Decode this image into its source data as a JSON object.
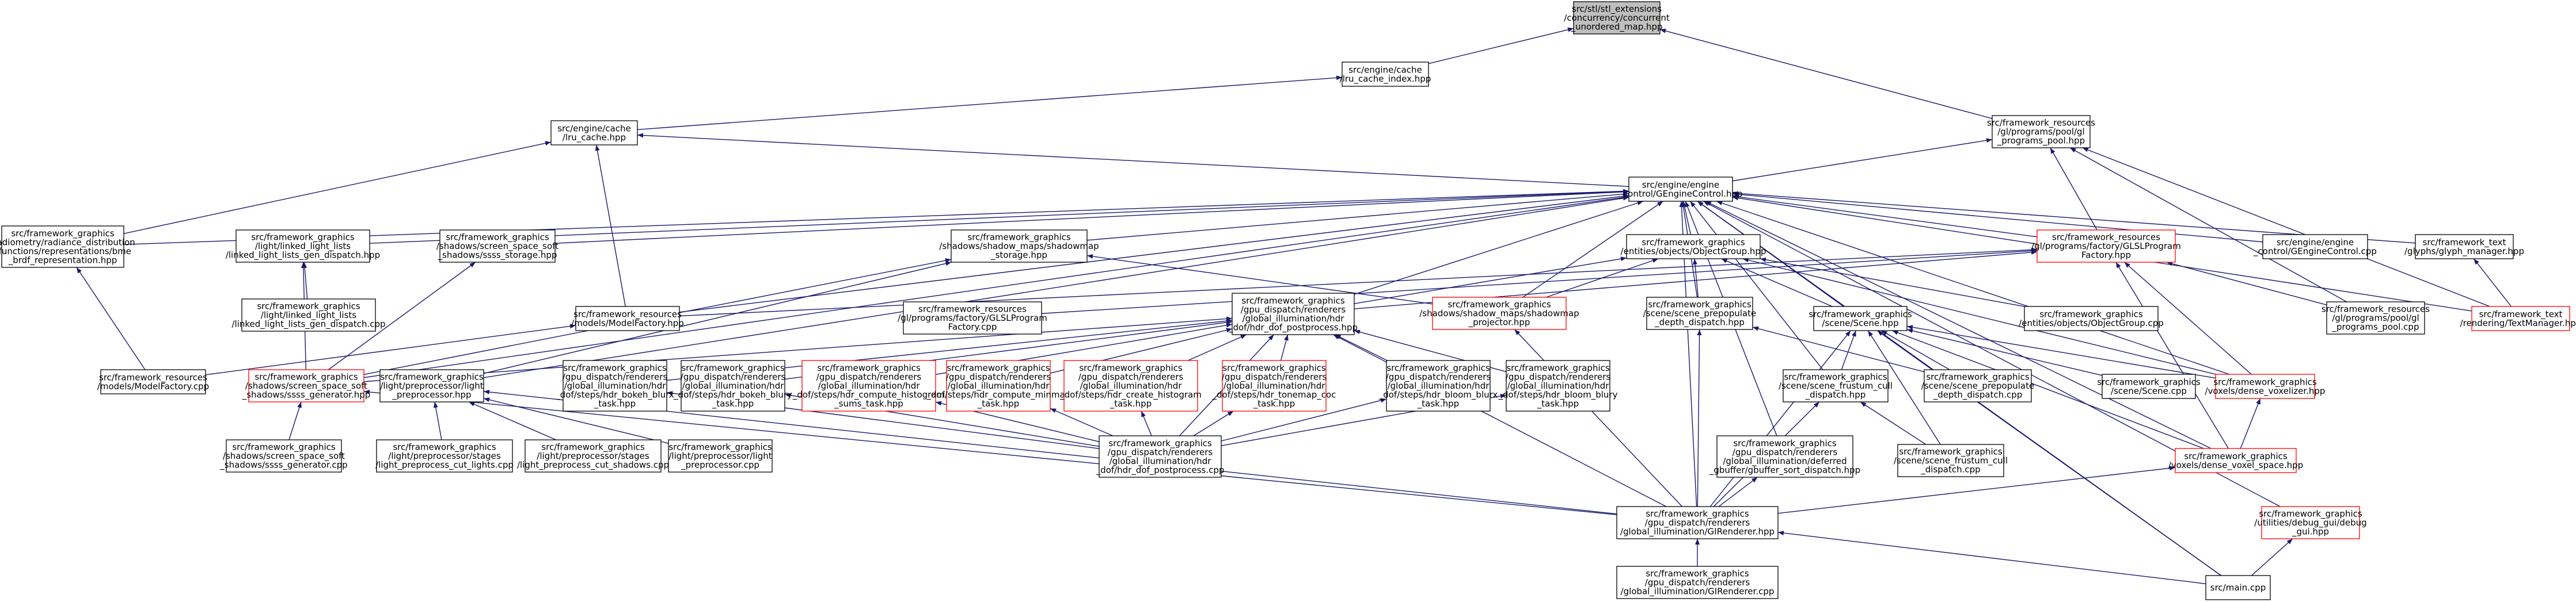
{
  "colors": {
    "edge": "#191970",
    "node_border": "#000000",
    "highlight_border": "#ff0000",
    "root_fill": "#bfbfbf",
    "node_fill": "#ffffff"
  },
  "nodes": {
    "n_root": {
      "lines": [
        "src/stl/stl_extensions",
        "/concurrency/concurrent",
        "_unordered_map.hpp"
      ],
      "style": "root"
    },
    "n_lru_index": {
      "lines": [
        "src/engine/cache",
        "/lru_cache_index.hpp"
      ],
      "style": "normal"
    },
    "n_lru_cache": {
      "lines": [
        "src/engine/cache",
        "/lru_cache.hpp"
      ],
      "style": "normal"
    },
    "n_programs_pool": {
      "lines": [
        "src/framework_resources",
        "/gl/programs/pool/gl",
        "_programs_pool.hpp"
      ],
      "style": "normal"
    },
    "n_engine_control": {
      "lines": [
        "src/engine/engine",
        "_control/GEngineControl.hpp"
      ],
      "style": "normal"
    },
    "n_radiance": {
      "lines": [
        "src/framework_graphics",
        "/radiometry/radiance_distribution",
        "_functions/representations/bme",
        "_brdf_representation.hpp"
      ],
      "style": "normal"
    },
    "n_linked_gen_hpp": {
      "lines": [
        "src/framework_graphics",
        "/light/linked_light_lists",
        "/linked_light_lists_gen_dispatch.hpp"
      ],
      "style": "normal"
    },
    "n_ssss_storage": {
      "lines": [
        "src/framework_graphics",
        "/shadows/screen_space_soft",
        "_shadows/ssss_storage.hpp"
      ],
      "style": "normal"
    },
    "n_shadowmap_storage": {
      "lines": [
        "src/framework_graphics",
        "/shadows/shadow_maps/shadowmap",
        "_storage.hpp"
      ],
      "style": "normal"
    },
    "n_object_group_hpp": {
      "lines": [
        "src/framework_graphics",
        "/entities/objects/ObjectGroup.hpp"
      ],
      "style": "normal"
    },
    "n_glslprogram_factory": {
      "lines": [
        "src/framework_resources",
        "/gl/programs/factory/GLSLProgram",
        "Factory.hpp"
      ],
      "style": "highlight"
    },
    "n_engine_control_cpp": {
      "lines": [
        "src/engine/engine",
        "_control/GEngineControl.cpp"
      ],
      "style": "normal"
    },
    "n_glyph_manager": {
      "lines": [
        "src/framework_text",
        "/glyphs/glyph_manager.hpp"
      ],
      "style": "normal"
    },
    "n_linked_gen_cpp": {
      "lines": [
        "src/framework_graphics",
        "/light/linked_light_lists",
        "/linked_light_lists_gen_dispatch.cpp"
      ],
      "style": "normal"
    },
    "n_glslprogram_factory_cpp": {
      "lines": [
        "src/framework_resources",
        "/gl/programs/factory/GLSLProgram",
        "Factory.cpp"
      ],
      "style": "normal"
    },
    "n_model_factory_hpp": {
      "lines": [
        "src/framework_resources",
        "/models/ModelFactory.hpp"
      ],
      "style": "normal"
    },
    "n_postprocess": {
      "lines": [
        "src/framework_graphics",
        "/gpu_dispatch/renderers",
        "/global_illumination/hdr",
        "_dof/hdr_dof_postprocess.hpp"
      ],
      "style": "normal"
    },
    "n_shadowmap_projector": {
      "lines": [
        "src/framework_graphics",
        "/shadows/shadow_maps/shadowmap",
        "_projector.hpp"
      ],
      "style": "highlight"
    },
    "n_prepopulate_hpp": {
      "lines": [
        "src/framework_graphics",
        "/scene/scene_prepopulate",
        "_depth_dispatch.hpp"
      ],
      "style": "normal"
    },
    "n_scene_hpp": {
      "lines": [
        "src/framework_graphics",
        "/scene/Scene.hpp"
      ],
      "style": "normal"
    },
    "n_object_group_cpp": {
      "lines": [
        "src/framework_graphics",
        "/entities/objects/ObjectGroup.cpp"
      ],
      "style": "normal"
    },
    "n_programs_pool_cpp": {
      "lines": [
        "src/framework_resources",
        "/gl/programs/pool/gl",
        "_programs_pool.cpp"
      ],
      "style": "normal"
    },
    "n_text_manager": {
      "lines": [
        "src/framework_text",
        "/rendering/TextManager.hpp"
      ],
      "style": "highlight"
    },
    "n_model_factory_cpp": {
      "lines": [
        "src/framework_resources",
        "/models/ModelFactory.cpp"
      ],
      "style": "normal"
    },
    "n_ssss_generator_hpp": {
      "lines": [
        "src/framework_graphics",
        "/shadows/screen_space_soft",
        "_shadows/ssss_generator.hpp"
      ],
      "style": "highlight"
    },
    "n_light_preprocessor_hpp": {
      "lines": [
        "src/framework_graphics",
        "/light/preprocessor/light",
        "_preprocessor.hpp"
      ],
      "style": "normal"
    },
    "n_bokeh_blurx": {
      "lines": [
        "src/framework_graphics",
        "/gpu_dispatch/renderers",
        "/global_illumination/hdr",
        "_dof/steps/hdr_bokeh_blurx",
        "_task.hpp"
      ],
      "style": "normal"
    },
    "n_bokeh_blury": {
      "lines": [
        "src/framework_graphics",
        "/gpu_dispatch/renderers",
        "/global_illumination/hdr",
        "_dof/steps/hdr_bokeh_blury",
        "_task.hpp"
      ],
      "style": "normal"
    },
    "n_compute_histogram": {
      "lines": [
        "src/framework_graphics",
        "/gpu_dispatch/renderers",
        "/global_illumination/hdr",
        "_dof/steps/hdr_compute_histogram",
        "_sums_task.hpp"
      ],
      "style": "highlight"
    },
    "n_compute_minmax": {
      "lines": [
        "src/framework_graphics",
        "/gpu_dispatch/renderers",
        "/global_illumination/hdr",
        "_dof/steps/hdr_compute_minmax",
        "_task.hpp"
      ],
      "style": "highlight"
    },
    "n_create_histogram": {
      "lines": [
        "src/framework_graphics",
        "/gpu_dispatch/renderers",
        "/global_illumination/hdr",
        "_dof/steps/hdr_create_histogram",
        "_task.hpp"
      ],
      "style": "highlight"
    },
    "n_tonemap_coc": {
      "lines": [
        "src/framework_graphics",
        "/gpu_dispatch/renderers",
        "/global_illumination/hdr",
        "_dof/steps/hdr_tonemap_coc",
        "_task.hpp"
      ],
      "style": "highlight"
    },
    "n_bloom_blurx": {
      "lines": [
        "src/framework_graphics",
        "/gpu_dispatch/renderers",
        "/global_illumination/hdr",
        "_dof/steps/hdr_bloom_blurx",
        "_task.hpp"
      ],
      "style": "normal"
    },
    "n_bloom_blury": {
      "lines": [
        "src/framework_graphics",
        "/gpu_dispatch/renderers",
        "/global_illumination/hdr",
        "_dof/steps/hdr_bloom_blury",
        "_task.hpp"
      ],
      "style": "normal"
    },
    "n_frustum_cull_hpp": {
      "lines": [
        "src/framework_graphics",
        "/scene/scene_frustum_cull",
        "_dispatch.hpp"
      ],
      "style": "normal"
    },
    "n_prepopulate_cpp": {
      "lines": [
        "src/framework_graphics",
        "/scene/scene_prepopulate",
        "_depth_dispatch.cpp"
      ],
      "style": "normal"
    },
    "n_scene_cpp": {
      "lines": [
        "src/framework_graphics",
        "/scene/Scene.cpp"
      ],
      "style": "normal"
    },
    "n_dense_voxelizer": {
      "lines": [
        "src/framework_graphics",
        "/voxels/dense_voxelizer.hpp"
      ],
      "style": "highlight"
    },
    "n_ssss_generator_cpp": {
      "lines": [
        "src/framework_graphics",
        "/shadows/screen_space_soft",
        "_shadows/ssss_generator.cpp"
      ],
      "style": "normal"
    },
    "n_preprocess_cut_lights": {
      "lines": [
        "src/framework_graphics",
        "/light/preprocessor/stages",
        "/light_preprocess_cut_lights.cpp"
      ],
      "style": "normal"
    },
    "n_preprocess_cut_shadows": {
      "lines": [
        "src/framework_graphics",
        "/light/preprocessor/stages",
        "/light_preprocess_cut_shadows.cpp"
      ],
      "style": "normal"
    },
    "n_light_preprocessor_cpp": {
      "lines": [
        "src/framework_graphics",
        "/light/preprocessor/light",
        "_preprocessor.cpp"
      ],
      "style": "normal"
    },
    "n_postprocess_cpp": {
      "lines": [
        "src/framework_graphics",
        "/gpu_dispatch/renderers",
        "/global_illumination/hdr",
        "_dof/hdr_dof_postprocess.cpp"
      ],
      "style": "normal"
    },
    "n_gbuffer_sort": {
      "lines": [
        "src/framework_graphics",
        "/gpu_dispatch/renderers",
        "/global_illumination/deferred",
        "_gbuffer/gbuffer_sort_dispatch.hpp"
      ],
      "style": "normal"
    },
    "n_frustum_cull_cpp": {
      "lines": [
        "src/framework_graphics",
        "/scene/scene_frustum_cull",
        "_dispatch.cpp"
      ],
      "style": "normal"
    },
    "n_dense_voxel_space": {
      "lines": [
        "src/framework_graphics",
        "/voxels/dense_voxel_space.hpp"
      ],
      "style": "highlight"
    },
    "n_girenderer_hpp": {
      "lines": [
        "src/framework_graphics",
        "/gpu_dispatch/renderers",
        "/global_illumination/GIRenderer.hpp"
      ],
      "style": "normal"
    },
    "n_debug_gui": {
      "lines": [
        "src/framework_graphics",
        "/utilities/debug_gui/debug",
        "_gui.hpp"
      ],
      "style": "highlight"
    },
    "n_main_cpp": {
      "lines": [
        "src/main.cpp"
      ],
      "style": "normal"
    },
    "n_girenderer_cpp": {
      "lines": [
        "src/framework_graphics",
        "/gpu_dispatch/renderers",
        "/global_illumination/GIRenderer.cpp"
      ],
      "style": "normal"
    }
  }
}
